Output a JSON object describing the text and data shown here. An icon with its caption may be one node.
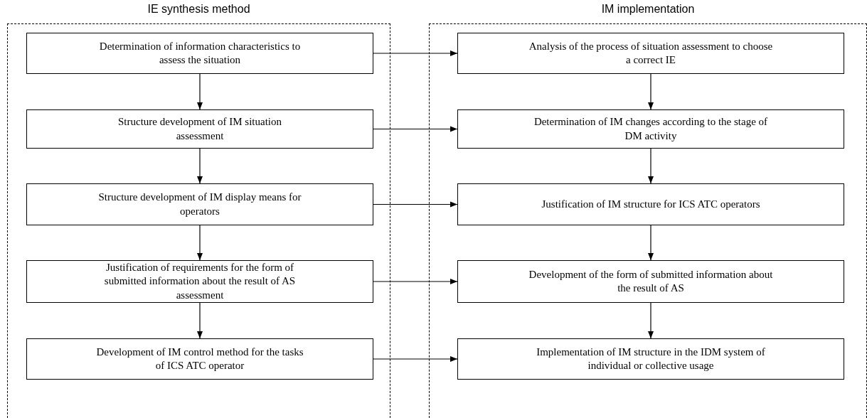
{
  "diagram": {
    "nodes": [
      {
        "text": [
          "IE synthesis method"
        ]
      },
      {
        "text": [
          "Determination of information characteristics to assess the situation"
        ],
        "in": 0
      },
      {
        "text": [
          "Structure development of IM situation assessment"
        ],
        "in": 0
      },
      {
        "text": [
          "Structure development of IM display means for operators"
        ],
        "in": 0
      },
      {
        "text": [
          "Justification of requirements for the form of submitted information about the result of AS assessment"
        ],
        "in": 0
      },
      {
        "text": [
          "Development of IM control method for the tasks of ICS ATC operator"
        ],
        "in": 0
      },
      {
        "text": [
          "IM implementation"
        ]
      },
      {
        "text": [
          "Analysis of the process of situation assessment to choose a correct IE"
        ],
        "in": 6
      },
      {
        "text": [
          "Determination of IM changes according to the stage of DM activity"
        ],
        "in": 6
      },
      {
        "text": [
          "Justification of IM structure for ICS ATC operators"
        ],
        "in": 6
      },
      {
        "text": [
          "Development of the form of submitted information about the result of AS"
        ],
        "in": 6
      },
      {
        "text": [
          "Implementation of IM structure in the IDM system of individual or collective usage"
        ],
        "in": 6
      }
    ],
    "edges": [
      {
        "from": 1,
        "to": 2,
        "arrow": "to"
      },
      {
        "from": 2,
        "to": 3,
        "arrow": "to"
      },
      {
        "from": 3,
        "to": 4,
        "arrow": "to"
      },
      {
        "from": 4,
        "to": 5,
        "arrow": "to"
      },
      {
        "from": 7,
        "to": 8,
        "arrow": "to"
      },
      {
        "from": 8,
        "to": 9,
        "arrow": "to"
      },
      {
        "from": 9,
        "to": 10,
        "arrow": "to"
      },
      {
        "from": 10,
        "to": 11,
        "arrow": "to"
      },
      {
        "from": 1,
        "to": 7,
        "arrow": "to"
      },
      {
        "from": 2,
        "to": 8,
        "arrow": "to"
      },
      {
        "from": 3,
        "to": 9,
        "arrow": "to"
      },
      {
        "from": 4,
        "to": 10,
        "arrow": "to"
      },
      {
        "from": 5,
        "to": 11,
        "arrow": "to"
      }
    ]
  }
}
